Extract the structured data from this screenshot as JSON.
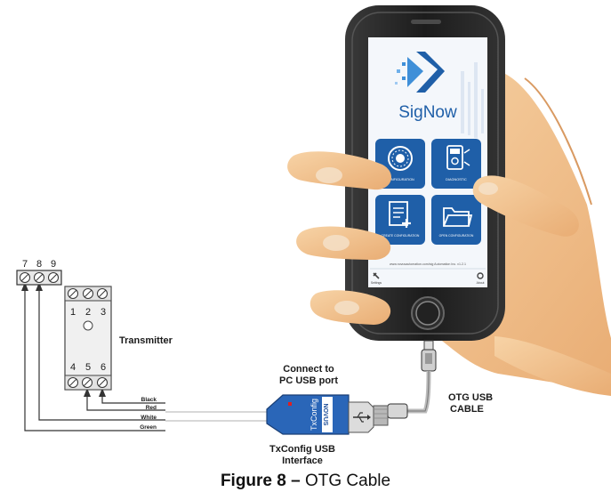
{
  "phone": {
    "app_name": "SigNow",
    "buttons": [
      {
        "label": "CONFIGURATION",
        "icon": "gear-dial-icon"
      },
      {
        "label": "DIAGNOSTIC",
        "icon": "multimeter-icon"
      },
      {
        "label": "CREATE CONFIGURATION",
        "icon": "new-document-icon"
      },
      {
        "label": "OPEN CONFIGURATION",
        "icon": "open-folder-icon"
      }
    ],
    "footer_text": "www.novusautomation.com/sig  Automation Inc.  v1.2.1",
    "settings_label": "Settings",
    "about_label": "About"
  },
  "transmitter": {
    "label": "Transmitter",
    "top_terminals": [
      "1",
      "2",
      "3"
    ],
    "bottom_terminals": [
      "4",
      "5",
      "6"
    ]
  },
  "external_terminals": [
    "7",
    "8",
    "9"
  ],
  "wires": [
    "Black",
    "Red",
    "White",
    "Green"
  ],
  "interface": {
    "connect_label_1": "Connect to",
    "connect_label_2": "PC USB port",
    "device_text": "TxConfig",
    "brand_text": "NOVUS",
    "caption_1": "TxConfig USB",
    "caption_2": "Interface"
  },
  "otg": {
    "label_1": "OTG USB",
    "label_2": "CABLE"
  },
  "figure": {
    "number": "Figure 8 –",
    "title": "OTG Cable"
  },
  "colors": {
    "app_blue": "#1f5fa8",
    "skin": "#f2c08a",
    "phone_body": "#2a2a2a"
  }
}
